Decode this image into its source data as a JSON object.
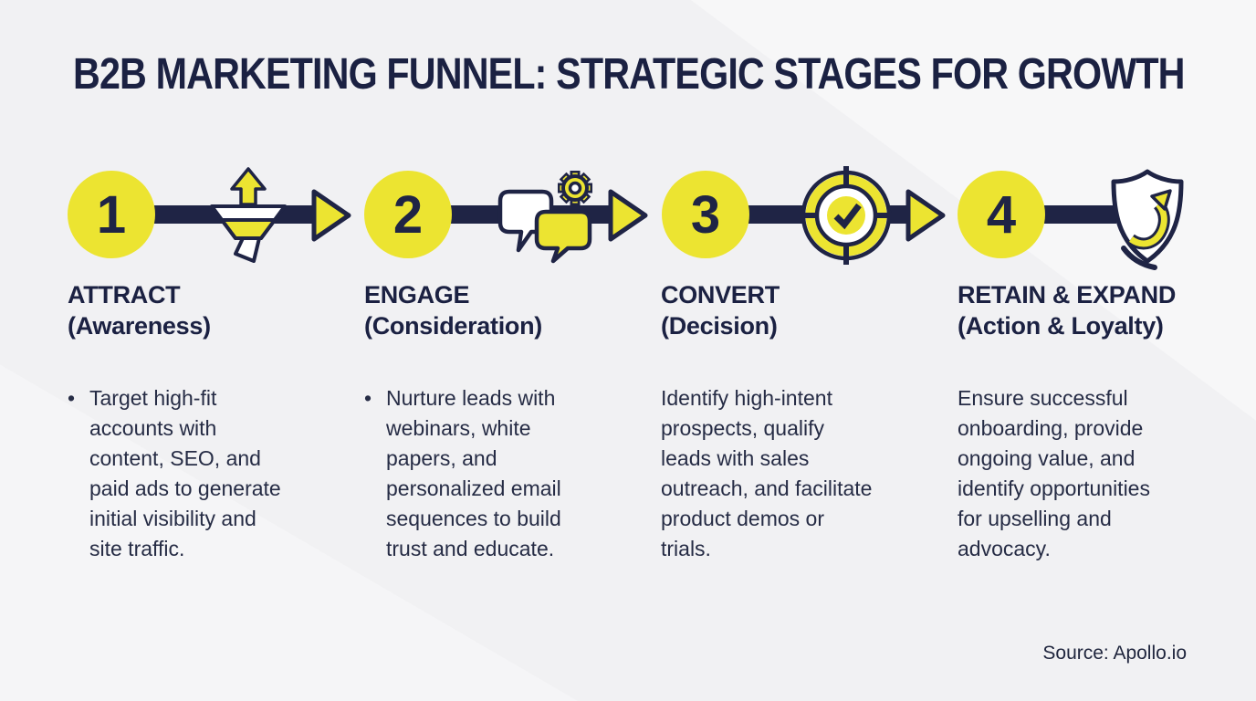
{
  "title": "B2B MARKETING FUNNEL: STRATEGIC STAGES FOR GROWTH",
  "source": "Source: Apollo.io",
  "colors": {
    "accent_yellow": "#ece431",
    "navy": "#1f2445",
    "background": "#f1f1f3"
  },
  "icons": [
    "funnel-icon",
    "chat-gear-icon",
    "target-check-icon",
    "shield-arrow-icon",
    "arrow-right-icon"
  ],
  "stages": [
    {
      "number": "1",
      "title": "ATTRACT",
      "subtitle": "(Awareness)",
      "bullet": "•",
      "icon": "funnel-icon",
      "description": "Target high-fit accounts with content, SEO, and paid ads to generate initial visibility and site traffic."
    },
    {
      "number": "2",
      "title": "ENGAGE",
      "subtitle": "(Consideration)",
      "bullet": "•",
      "icon": "chat-gear-icon",
      "description": "Nurture leads with webinars, white papers, and personalized email sequences to build trust and educate."
    },
    {
      "number": "3",
      "title": "CONVERT",
      "subtitle": "(Decision)",
      "icon": "target-check-icon",
      "description": "Identify high-intent prospects, qualify leads with sales outreach, and facilitate product demos or trials."
    },
    {
      "number": "4",
      "title": "RETAIN & EXPAND",
      "subtitle": "(Action & Loyalty)",
      "icon": "shield-arrow-icon",
      "description": "Ensure successful onboarding, provide ongoing value, and identify opportunities for upselling and advocacy."
    }
  ]
}
